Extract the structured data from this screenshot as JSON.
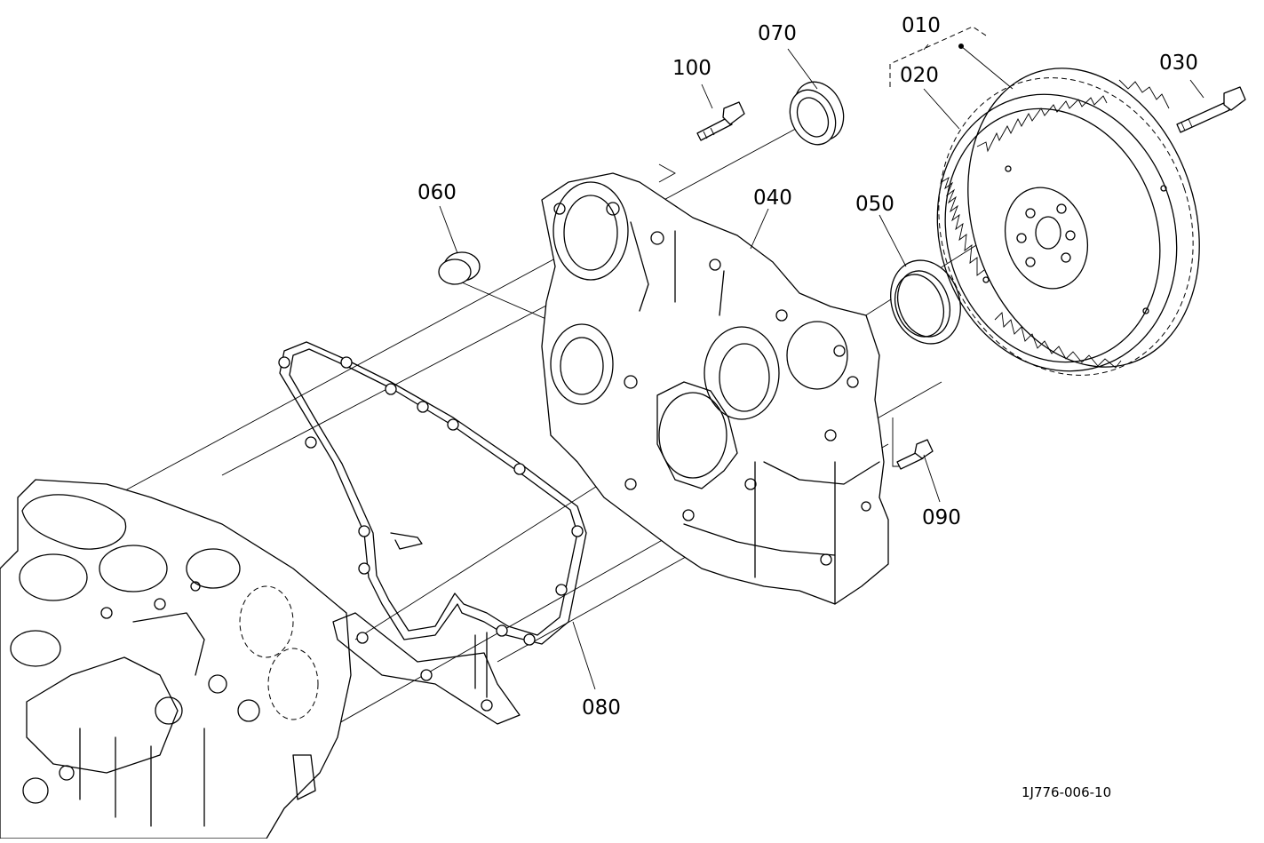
{
  "diagram": {
    "callouts": [
      {
        "key": "c010",
        "label": "010"
      },
      {
        "key": "c020",
        "label": "020"
      },
      {
        "key": "c030",
        "label": "030"
      },
      {
        "key": "c040",
        "label": "040"
      },
      {
        "key": "c050",
        "label": "050"
      },
      {
        "key": "c060",
        "label": "060"
      },
      {
        "key": "c070",
        "label": "070"
      },
      {
        "key": "c080",
        "label": "080"
      },
      {
        "key": "c090",
        "label": "090"
      },
      {
        "key": "c100",
        "label": "100"
      }
    ],
    "reference_code": "1J776-006-10"
  }
}
